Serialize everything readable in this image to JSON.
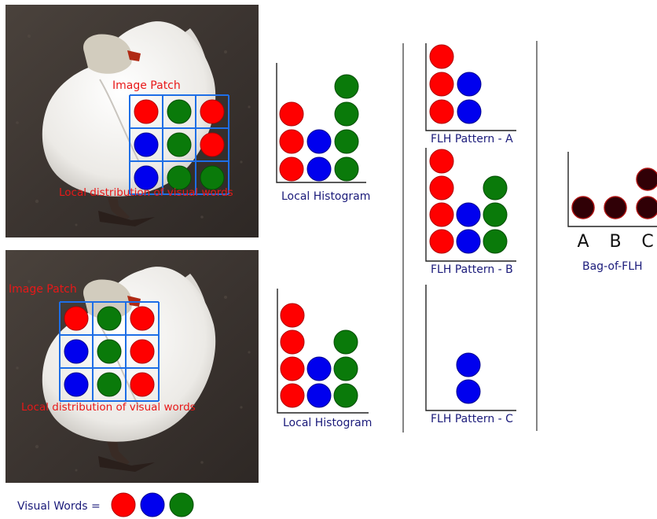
{
  "photo_top": {
    "patch_label": "Image Patch",
    "caption": "Local distribution of visual words",
    "grid": [
      [
        "red",
        "green",
        "red"
      ],
      [
        "blue",
        "green",
        "red"
      ],
      [
        "blue",
        "green",
        "green"
      ]
    ]
  },
  "photo_bottom": {
    "patch_label": "Image Patch",
    "caption": "Local distribution of visual words",
    "grid": [
      [
        "red",
        "green",
        "red"
      ],
      [
        "blue",
        "green",
        "red"
      ],
      [
        "blue",
        "green",
        "red"
      ]
    ]
  },
  "histograms": {
    "local_top": {
      "label": "Local Histogram",
      "columns": [
        {
          "color": "red",
          "count": 3
        },
        {
          "color": "blue",
          "count": 2
        },
        {
          "color": "green",
          "count": 4
        }
      ]
    },
    "local_bottom": {
      "label": "Local Histogram",
      "columns": [
        {
          "color": "red",
          "count": 4
        },
        {
          "color": "blue",
          "count": 2
        },
        {
          "color": "green",
          "count": 3
        }
      ]
    },
    "pattern_a": {
      "label": "FLH Pattern - A",
      "columns": [
        {
          "color": "red",
          "count": 3
        },
        {
          "color": "blue",
          "count": 2
        }
      ]
    },
    "pattern_b": {
      "label": "FLH Pattern - B",
      "columns": [
        {
          "color": "red",
          "count": 4
        },
        {
          "color": "blue",
          "count": 2
        },
        {
          "color": "green",
          "count": 3
        }
      ]
    },
    "pattern_c": {
      "label": "FLH Pattern - C",
      "columns": [
        {
          "color": "none",
          "count": 0
        },
        {
          "color": "blue",
          "count": 2
        }
      ]
    },
    "bag": {
      "label": "Bag-of-FLH",
      "categories": [
        "A",
        "B",
        "C"
      ],
      "counts": [
        1,
        1,
        2
      ]
    }
  },
  "legend": {
    "label": "Visual Words =",
    "words": [
      "red",
      "blue",
      "green"
    ]
  }
}
